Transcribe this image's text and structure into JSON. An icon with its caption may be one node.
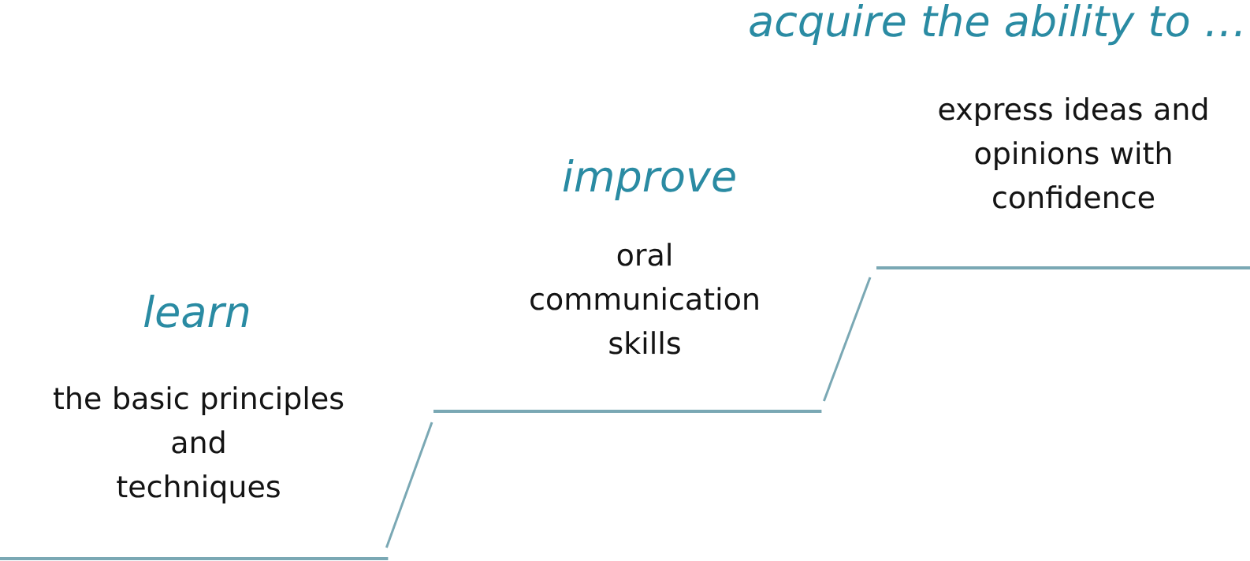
{
  "diagram": {
    "nodes": [
      {
        "text": [
          "learn",
          "the basic principles and techniques"
        ]
      },
      {
        "text": [
          "improve",
          "oral communication skills"
        ]
      },
      {
        "text": [
          "acquire the ability to …",
          "express ideas and opinions with confidence"
        ]
      }
    ],
    "edges": [
      {
        "from": 0,
        "to": 1,
        "arrow": "none"
      },
      {
        "from": 1,
        "to": 2,
        "arrow": "none"
      }
    ]
  }
}
